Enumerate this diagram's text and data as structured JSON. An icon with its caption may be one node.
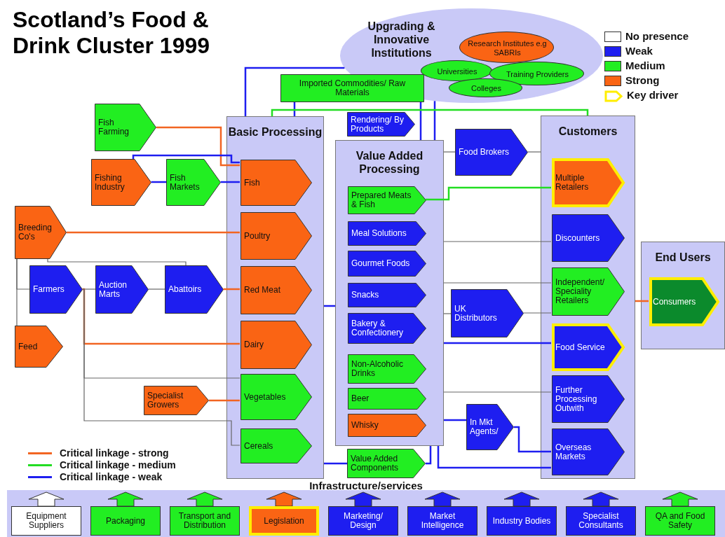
{
  "diagram": {
    "title": "Scotland’s Food & Drink Cluster 1999",
    "nodes": [
      {
        "text": [
          "Upgrading & Innovative Institutions"
        ]
      },
      {
        "text": [
          "Research Institutes e.g SABRIs"
        ],
        "in": 0
      },
      {
        "text": [
          "Universities"
        ],
        "in": 0
      },
      {
        "text": [
          "Training Providers"
        ],
        "in": 0
      },
      {
        "text": [
          "Colleges"
        ],
        "in": 0
      },
      {
        "text": [
          "Imported Commodities/ Raw Materials"
        ]
      },
      {
        "text": [
          "Fish Farming"
        ]
      },
      {
        "text": [
          "Fishing Industry"
        ]
      },
      {
        "text": [
          "Fish Markets"
        ]
      },
      {
        "text": [
          "Breeding Co's"
        ]
      },
      {
        "text": [
          "Farmers"
        ]
      },
      {
        "text": [
          "Auction Marts"
        ]
      },
      {
        "text": [
          "Abattoirs"
        ]
      },
      {
        "text": [
          "Feed"
        ]
      },
      {
        "text": [
          "Specialist Growers"
        ]
      },
      {
        "text": [
          "Basic Processing"
        ]
      },
      {
        "text": [
          "Fish"
        ],
        "in": 15
      },
      {
        "text": [
          "Poultry"
        ],
        "in": 15
      },
      {
        "text": [
          "Red Meat"
        ],
        "in": 15
      },
      {
        "text": [
          "Dairy"
        ],
        "in": 15
      },
      {
        "text": [
          "Vegetables"
        ],
        "in": 15
      },
      {
        "text": [
          "Cereals"
        ],
        "in": 15
      },
      {
        "text": [
          "Rendering/ By Products"
        ]
      },
      {
        "text": [
          "Value Added Processing"
        ]
      },
      {
        "text": [
          "Prepared Meats & Fish"
        ],
        "in": 23
      },
      {
        "text": [
          "Meal Solutions"
        ],
        "in": 23
      },
      {
        "text": [
          "Gourmet Foods"
        ],
        "in": 23
      },
      {
        "text": [
          "Snacks"
        ],
        "in": 23
      },
      {
        "text": [
          "Bakery & Confectionery"
        ],
        "in": 23
      },
      {
        "text": [
          "Non-Alcoholic Drinks"
        ],
        "in": 23
      },
      {
        "text": [
          "Beer"
        ],
        "in": 23
      },
      {
        "text": [
          "Whisky"
        ],
        "in": 23
      },
      {
        "text": [
          "Value Added Components"
        ]
      },
      {
        "text": [
          "Food Brokers"
        ]
      },
      {
        "text": [
          "UK Distributors"
        ]
      },
      {
        "text": [
          "In Mkt Agents/"
        ]
      },
      {
        "text": [
          "Customers"
        ]
      },
      {
        "text": [
          "Multiple Retailers"
        ],
        "in": 36
      },
      {
        "text": [
          "Discounters"
        ],
        "in": 36
      },
      {
        "text": [
          "Independent/ Speciality Retailers"
        ],
        "in": 36
      },
      {
        "text": [
          "Food Service"
        ],
        "in": 36
      },
      {
        "text": [
          "Further Processing Outwith"
        ],
        "in": 36
      },
      {
        "text": [
          "Overseas Markets"
        ],
        "in": 36
      },
      {
        "text": [
          "End Users"
        ]
      },
      {
        "text": [
          "Consumers"
        ],
        "in": 43
      },
      {
        "text": [
          "Infrastructure/services"
        ]
      },
      {
        "text": [
          "Equipment Suppliers"
        ],
        "in": 45
      },
      {
        "text": [
          "Packaging"
        ],
        "in": 45
      },
      {
        "text": [
          "Transport and Distribution"
        ],
        "in": 45
      },
      {
        "text": [
          "Legislation"
        ],
        "in": 45
      },
      {
        "text": [
          "Marketing/ Design"
        ],
        "in": 45
      },
      {
        "text": [
          "Market Intelligence"
        ],
        "in": 45
      },
      {
        "text": [
          "Industry Bodies"
        ],
        "in": 45
      },
      {
        "text": [
          "Specialist Consultants"
        ],
        "in": 45
      },
      {
        "text": [
          "QA and Food Safety"
        ],
        "in": 45
      }
    ],
    "edges": [
      {
        "from": 6,
        "to": 16,
        "arrow": "none",
        "color": "#f26522"
      },
      {
        "from": 7,
        "to": 8,
        "arrow": "none",
        "color": "#1e1ef0"
      },
      {
        "from": 7,
        "to": 16,
        "arrow": "none",
        "color": "#1e1ef0"
      },
      {
        "from": 8,
        "to": 16,
        "arrow": "none",
        "color": "#1e1ef0"
      },
      {
        "from": 9,
        "to": 17,
        "arrow": "none",
        "color": "#f26522"
      },
      {
        "from": 9,
        "to": 13,
        "arrow": "none",
        "color": "#666666"
      },
      {
        "from": 9,
        "to": 10,
        "arrow": "none",
        "color": "#666666"
      },
      {
        "from": 9,
        "to": 12,
        "arrow": "none",
        "color": "#666666"
      },
      {
        "from": 10,
        "to": 11,
        "arrow": "none",
        "color": "#666666"
      },
      {
        "from": 11,
        "to": 12,
        "arrow": "none",
        "color": "#666666"
      },
      {
        "from": 12,
        "to": 18,
        "arrow": "none",
        "color": "#f26522"
      },
      {
        "from": 10,
        "to": 19,
        "arrow": "none",
        "color": "#f26522"
      },
      {
        "from": 10,
        "to": 20,
        "arrow": "none",
        "color": "#666666"
      },
      {
        "from": 10,
        "to": 21,
        "arrow": "none",
        "color": "#666666"
      },
      {
        "from": 14,
        "to": 20,
        "arrow": "none",
        "color": "#f26522"
      },
      {
        "from": 0,
        "to": 15,
        "arrow": "none",
        "color": "#1e1ef0"
      },
      {
        "from": 5,
        "to": 15,
        "arrow": "none",
        "color": "#1e1ef0"
      },
      {
        "from": 5,
        "to": 23,
        "arrow": "none",
        "color": "#1e1ef0"
      },
      {
        "from": 0,
        "to": 23,
        "arrow": "none",
        "color": "#1e1ef0"
      },
      {
        "from": 15,
        "to": 36,
        "arrow": "none",
        "color": "#22dd22"
      },
      {
        "from": 15,
        "to": 23,
        "arrow": "none",
        "color": "#1e1ef0"
      },
      {
        "from": 15,
        "to": 32,
        "arrow": "none",
        "color": "#1e1ef0"
      },
      {
        "from": 32,
        "to": 23,
        "arrow": "none",
        "color": "#1e1ef0"
      },
      {
        "from": 24,
        "to": 37,
        "arrow": "none",
        "color": "#22dd22"
      },
      {
        "from": 23,
        "to": 33,
        "arrow": "none",
        "color": "#666666"
      },
      {
        "from": 33,
        "to": 36,
        "arrow": "none",
        "color": "#666666"
      },
      {
        "from": 23,
        "to": 38,
        "arrow": "none",
        "color": "#666666"
      },
      {
        "from": 23,
        "to": 39,
        "arrow": "none",
        "color": "#666666"
      },
      {
        "from": 23,
        "to": 34,
        "arrow": "none",
        "color": "#666666"
      },
      {
        "from": 34,
        "to": 39,
        "arrow": "none",
        "color": "#666666"
      },
      {
        "from": 23,
        "to": 40,
        "arrow": "none",
        "color": "#1e1ef0"
      },
      {
        "from": 23,
        "to": 41,
        "arrow": "none",
        "color": "#666666"
      },
      {
        "from": 23,
        "to": 35,
        "arrow": "none",
        "color": "#1e1ef0"
      },
      {
        "from": 35,
        "to": 42,
        "arrow": "none",
        "color": "#1e1ef0"
      },
      {
        "from": 23,
        "to": 42,
        "arrow": "none",
        "color": "#1e1ef0"
      },
      {
        "from": 36,
        "to": 44,
        "arrow": "none",
        "color": "#f26522"
      }
    ],
    "legend": [
      {
        "text": "No presence",
        "color": "#ffffff"
      },
      {
        "text": "Weak",
        "color": "#1e1ef0"
      },
      {
        "text": "Medium",
        "color": "#22ee22"
      },
      {
        "text": "Strong",
        "color": "#fa6414"
      },
      {
        "text": "Key driver"
      },
      {
        "text": "Critical linkage - strong"
      },
      {
        "text": "Critical linkage - medium"
      },
      {
        "text": "Critical linkage - weak"
      }
    ]
  }
}
